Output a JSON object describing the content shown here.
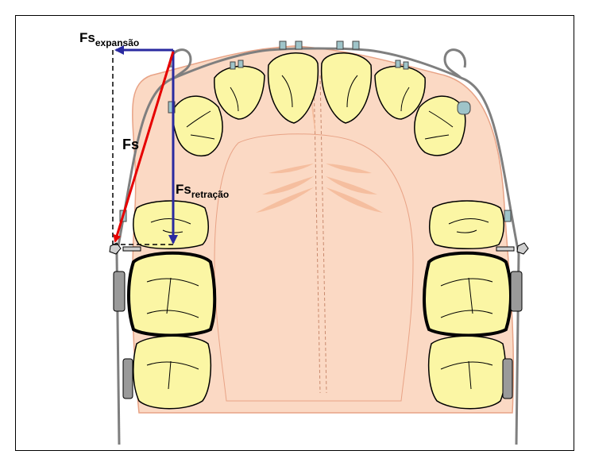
{
  "labels": {
    "fs_expansion_main": "Fs",
    "fs_expansion_sub": "expansão",
    "fs_main": "Fs",
    "fs_retraction_main": "Fs",
    "fs_retraction_sub": "retração"
  },
  "colors": {
    "palate": "#fbd9c4",
    "palate_outline": "#e8a386",
    "tooth_fill": "#fbf6a4",
    "tooth_outline": "#000000",
    "archwire": "#7f7f7f",
    "bracket": "#9fc4c9",
    "force_resultant": "#e60000",
    "force_components": "#2a2aa0",
    "construction_lines": "#000000"
  },
  "icons": {
    "bracket": "bracket-icon",
    "molar_tube": "molar-tube-icon"
  }
}
